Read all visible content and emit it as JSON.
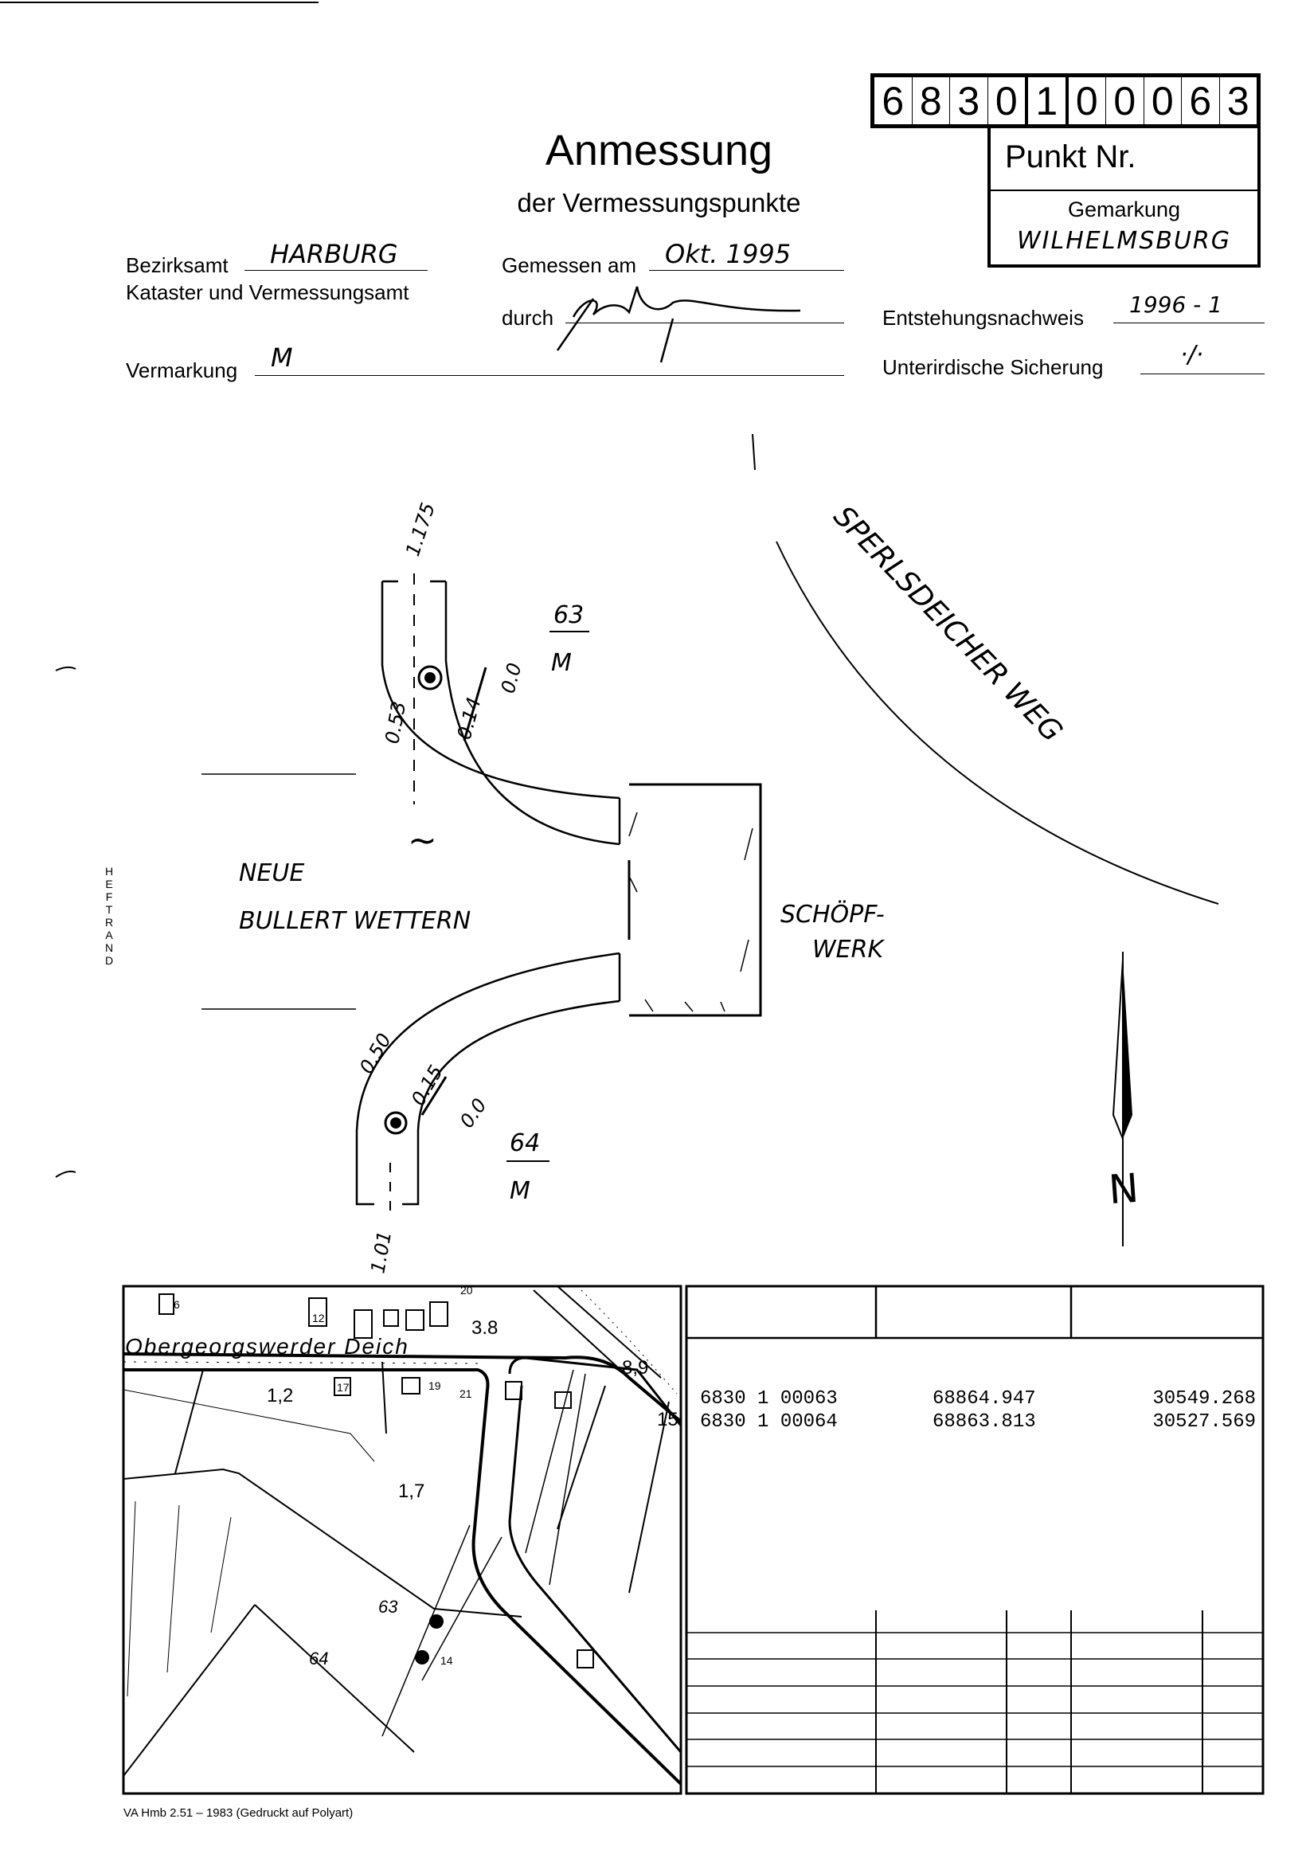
{
  "point_number_digits": [
    "6",
    "8",
    "3",
    "0",
    "1",
    "0",
    "0",
    "0",
    "6",
    "3"
  ],
  "punkt_label": "Punkt Nr.",
  "gemarkung_label": "Gemarkung",
  "gemarkung_value": "WILHELMSBURG",
  "title": "Anmessung",
  "subtitle": "der Vermessungspunkte",
  "fields": {
    "bezirksamt_label": "Bezirksamt",
    "bezirksamt_value": "HARBURG",
    "kataster_label": "Kataster und Vermessungsamt",
    "gemessen_label": "Gemessen am",
    "gemessen_value": "Okt. 1995",
    "durch_label": "durch",
    "entstehung_label": "Entstehungsnachweis",
    "entstehung_value": "1996 - 1",
    "vermarkung_label": "Vermarkung",
    "vermarkung_value": "M",
    "sicherung_label": "Unterirdische Sicherung",
    "sicherung_value": "·/·"
  },
  "heftrand": [
    "H",
    "E",
    "F",
    "T",
    "R",
    "A",
    "N",
    "D"
  ],
  "sketch": {
    "street": "SPERLSDEICHER WEG",
    "water_1": "NEUE",
    "water_2": "BULLERT WETTERN",
    "water_symbol": "~",
    "building_1": "SCHÖPF-",
    "building_2": "WERK",
    "p63_num": "63",
    "p63_mark": "M",
    "p64_num": "64",
    "p64_mark": "M",
    "dims": [
      "1.175",
      "0.53",
      "0.14",
      "0.0",
      "0.50",
      "0.15",
      "0.0",
      "1.01"
    ],
    "north": "N"
  },
  "map": {
    "street": "Obergeorgswerder Deich",
    "labels": [
      "6",
      "12",
      "20",
      "3.8",
      "1,2",
      "17",
      "19",
      "21",
      "8,9",
      "15",
      "1,7",
      "63",
      "64",
      "14"
    ]
  },
  "coords_table": {
    "rows": [
      [
        "6830 1 00063",
        "68864.947",
        "30549.268"
      ],
      [
        "6830 1 00064",
        "68863.813",
        "30527.569"
      ]
    ]
  },
  "footer": "VA Hmb 2.51 – 1983 (Gedruckt auf Polyart)"
}
